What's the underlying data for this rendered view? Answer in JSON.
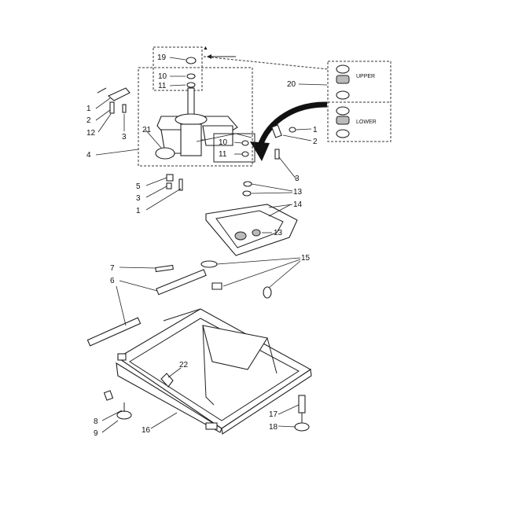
{
  "labels": {
    "p19": "19",
    "p10a": "10",
    "p11a": "11",
    "p20": "20",
    "upper": "UPPER",
    "lower": "LOWER",
    "p1a": "1",
    "p2a": "2",
    "p12": "12",
    "p3a": "3",
    "p21": "21",
    "p4": "4",
    "p1b": "1",
    "p2b": "2",
    "p10b": "10",
    "p11b": "11",
    "p3b": "3",
    "p5": "5",
    "p3c": "3",
    "p1c": "1",
    "p13a": "13",
    "p14": "14",
    "p13b": "13",
    "p7": "7",
    "p15": "15",
    "p6": "6",
    "p22": "22",
    "p8": "8",
    "p9": "9",
    "p16": "16",
    "p17": "17",
    "p18": "18"
  }
}
